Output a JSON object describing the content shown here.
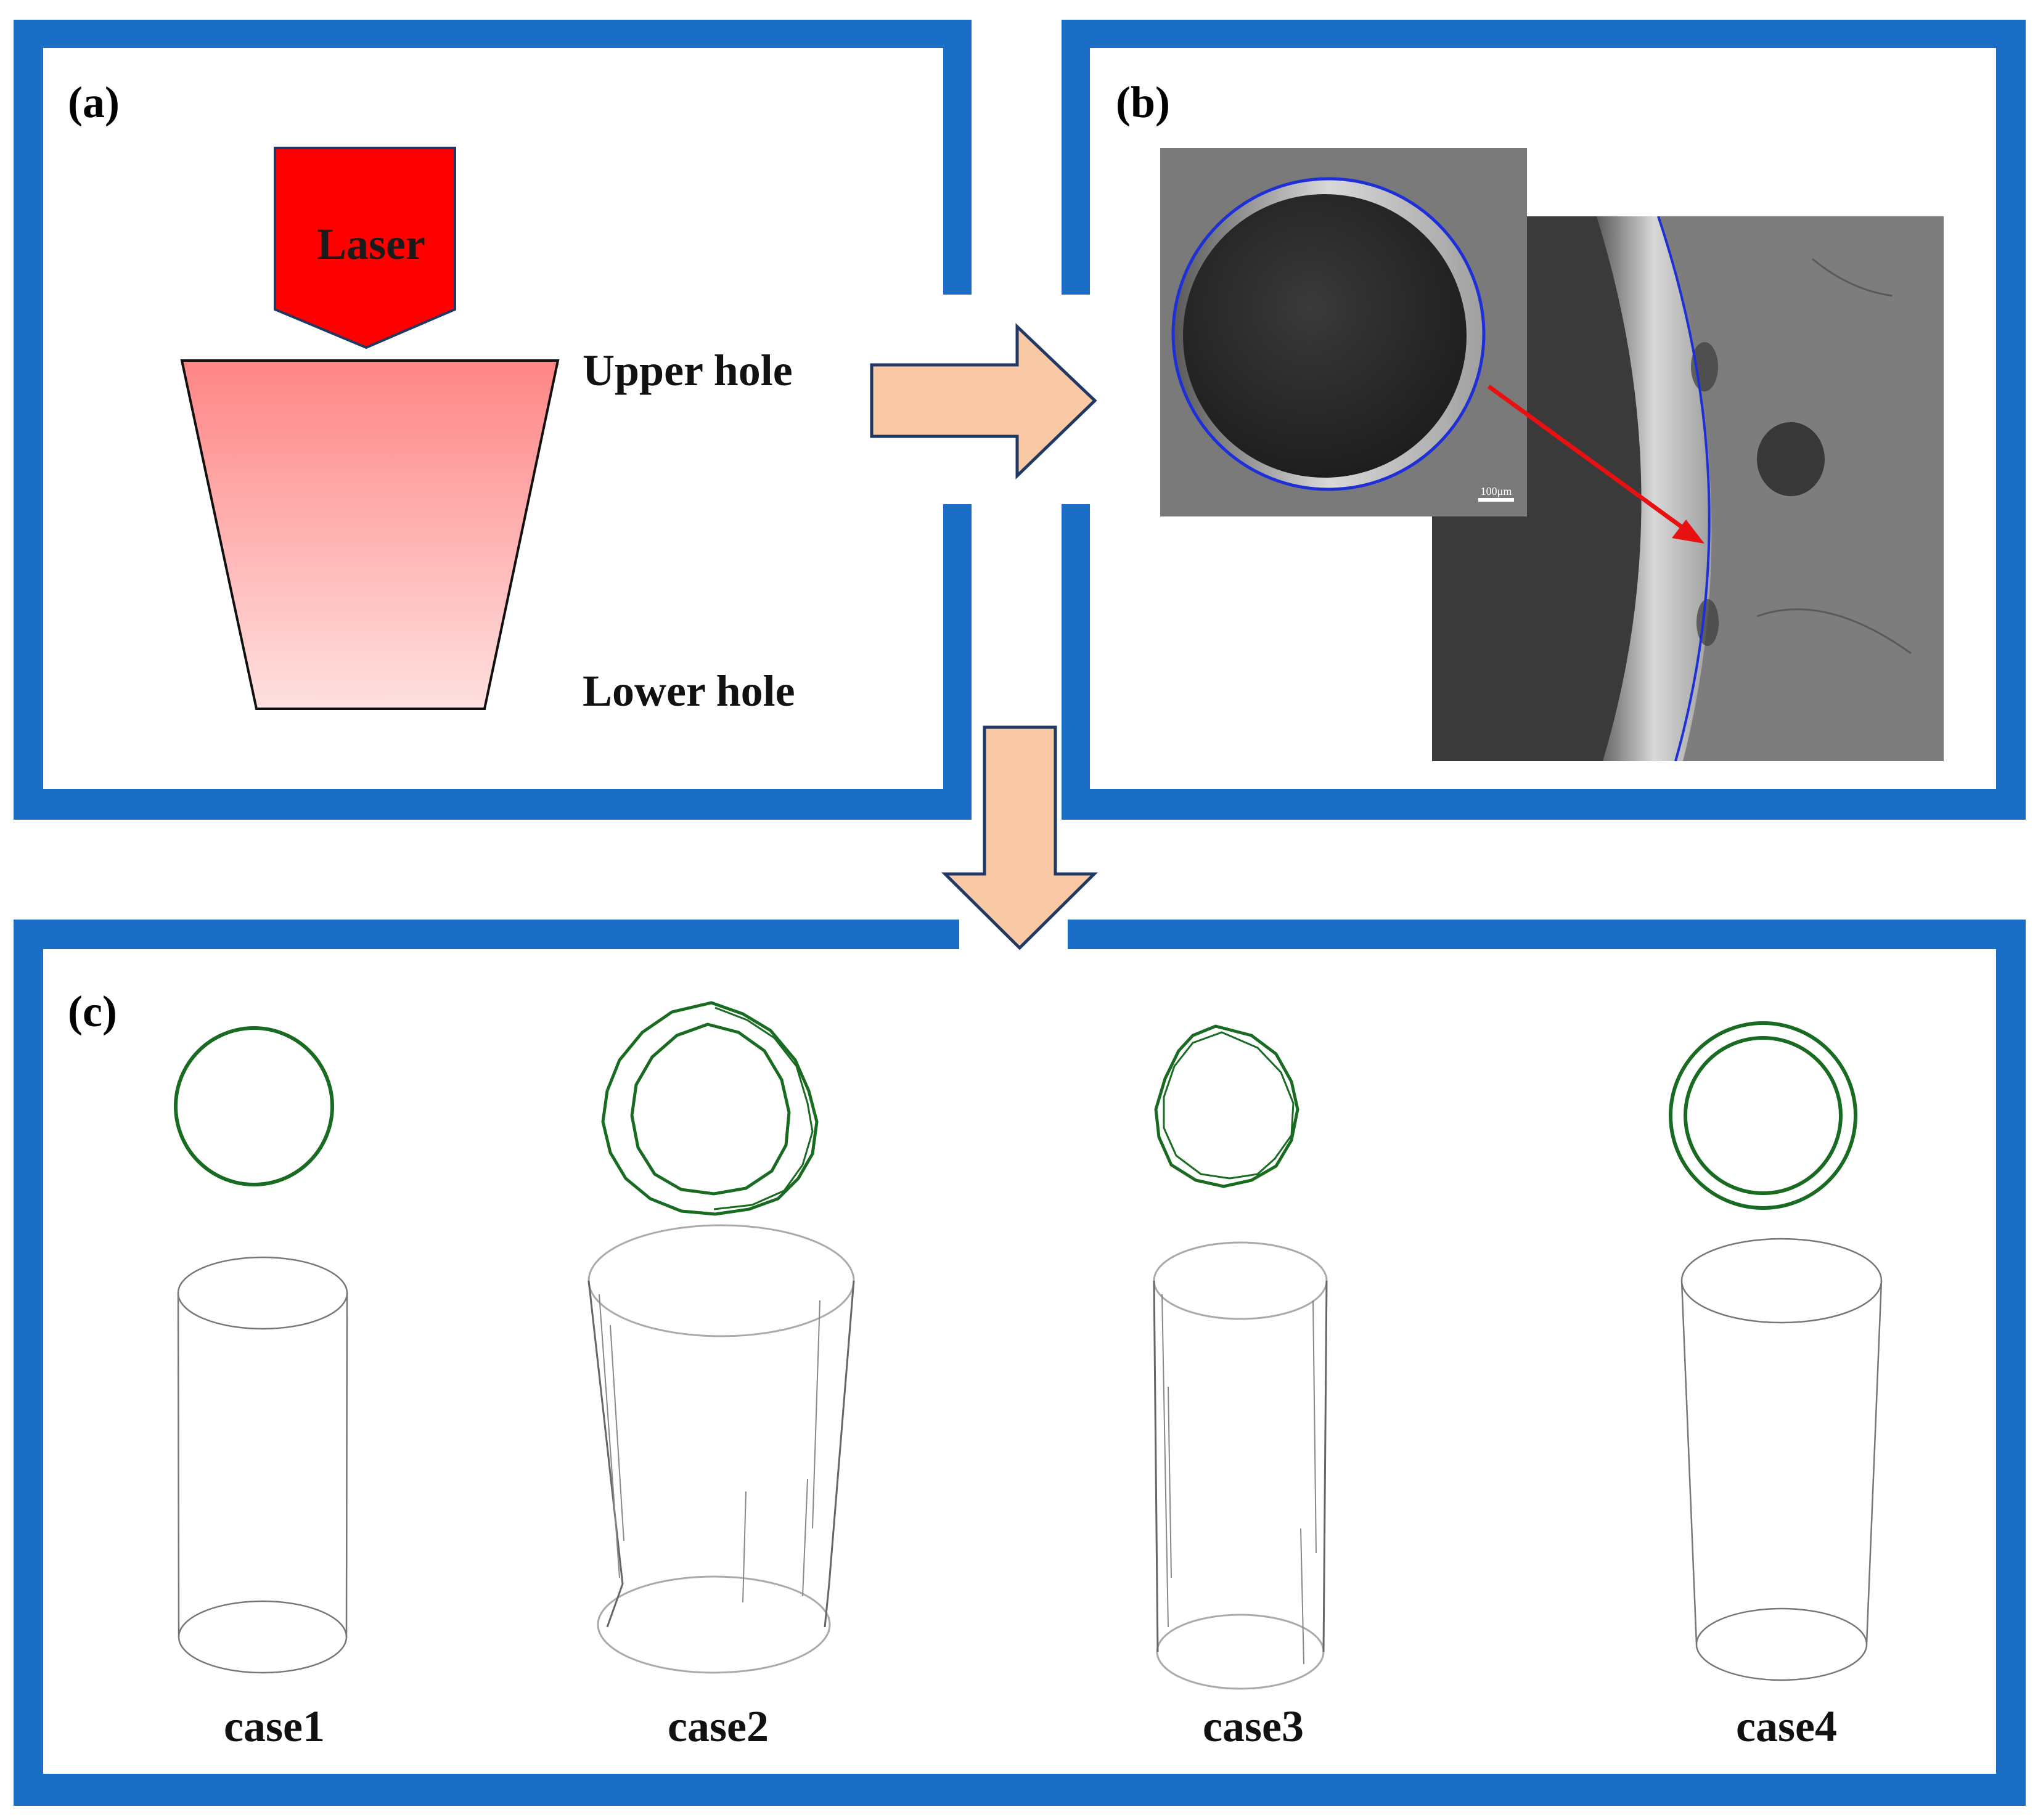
{
  "panel_a": {
    "label": "(a)",
    "laser_label": "Laser",
    "upper_label": "Upper hole",
    "lower_label": "Lower hole"
  },
  "panel_b": {
    "label": "(b)",
    "scale_bar_text": "100μm"
  },
  "panel_c": {
    "label": "(c)",
    "cases": [
      {
        "label": "case1"
      },
      {
        "label": "case2"
      },
      {
        "label": "case3"
      },
      {
        "label": "case4"
      }
    ]
  },
  "colors": {
    "frame_blue": "#1a6ec6",
    "arrow_fill": "#f9c9a5",
    "arrow_stroke": "#1f3864",
    "laser_red": "#ff0000",
    "contour_green": "#1a6b22",
    "trace_blue": "#1f2fd8",
    "pointer_red": "#e81010"
  }
}
